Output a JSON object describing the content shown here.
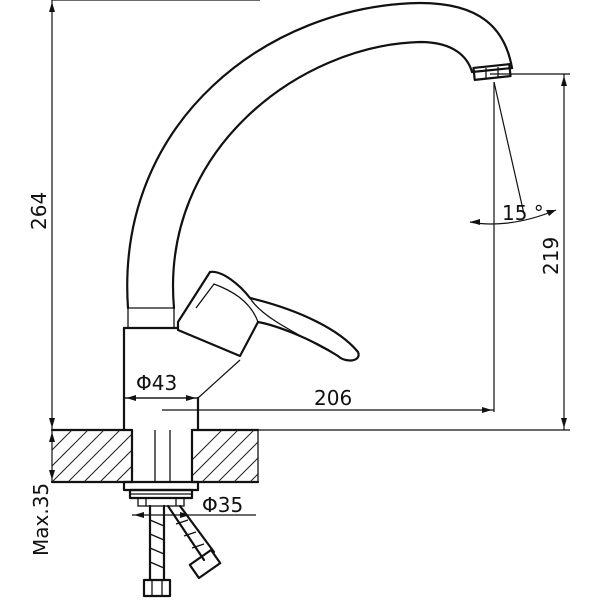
{
  "dimensions": {
    "overall_height": "264",
    "spout_height": "219",
    "spout_reach": "206",
    "base_diameter": "Φ43",
    "shank_diameter": "Φ35",
    "max_counter_thickness": "Max.35",
    "swivel_angle": "15 °"
  },
  "colors": {
    "line": "#111111",
    "background": "#ffffff"
  }
}
